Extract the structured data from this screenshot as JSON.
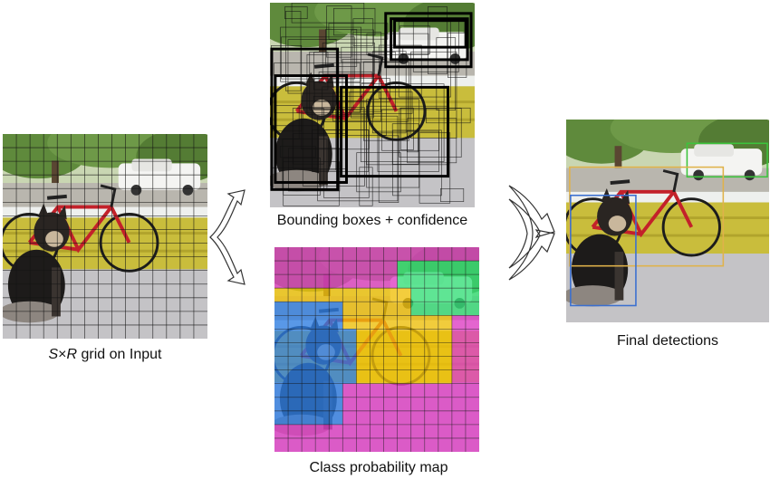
{
  "captions": {
    "input_prefix_a": "S",
    "input_prefix_x": "×",
    "input_prefix_b": "R",
    "input_rest": " grid on Input",
    "boxes": "Bounding boxes + confidence",
    "classmap": "Class probability map",
    "final": "Final detections"
  },
  "colors": {
    "dog_class": "#2f7fe6",
    "bicycle_class": "#f2c20a",
    "car_class": "#35e07a",
    "background_class": "#e23ec7",
    "box_stroke": "#000000",
    "dog_detection": "#3a6fd0",
    "bicycle_detection": "#e0b24a",
    "car_detection": "#3cc43c"
  },
  "icons": [
    "dog",
    "bicycle",
    "car",
    "porch-railing",
    "tree"
  ]
}
